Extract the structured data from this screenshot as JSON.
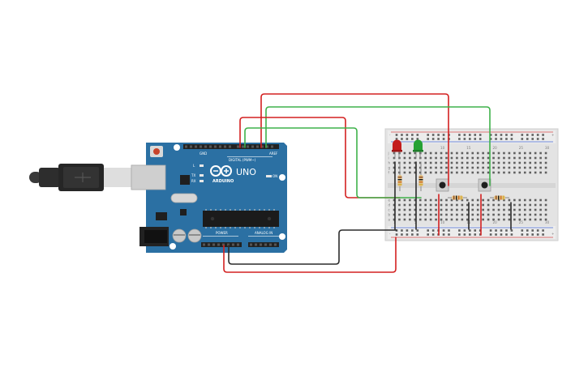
{
  "arduino": {
    "brand": "ARDUINO",
    "model": "UNO",
    "digital_label": "DIGITAL (PWM~)",
    "power_label": "POWER",
    "analog_label": "ANALOG IN",
    "aref": "AREF",
    "gnd": "GND",
    "tx": "TX",
    "rx": "RX",
    "l": "L",
    "on": "ON",
    "board_color": "#2b70a3"
  },
  "breadboard": {
    "rows_a_to_e": [
      "a",
      "b",
      "c",
      "d",
      "e"
    ],
    "rows_f_to_j": [
      "f",
      "g",
      "h",
      "i",
      "j"
    ],
    "plus": "+",
    "minus": "-",
    "column_numbers": [
      "1",
      "5",
      "10",
      "15",
      "20",
      "25",
      "30"
    ]
  },
  "components": {
    "led_red": "led-red",
    "led_green": "led-green",
    "pushbuttons": 2,
    "resistors": 4
  },
  "wire_colors": {
    "red": "#d42121",
    "green": "#3fb24b",
    "black": "#2c2c2c"
  }
}
